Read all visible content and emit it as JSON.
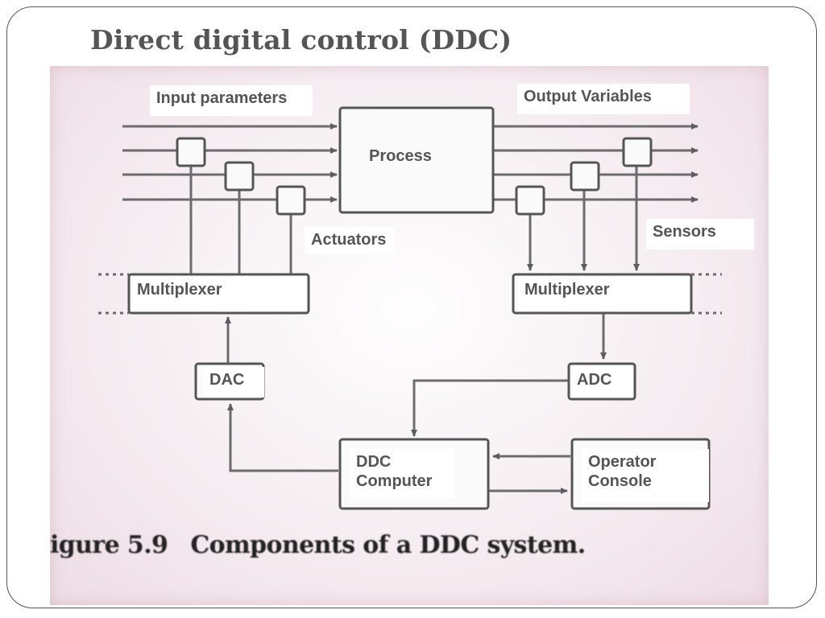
{
  "slide": {
    "title": "Direct digital control (DDC)"
  },
  "diagram": {
    "labels": {
      "input_parameters": "Input parameters",
      "output_variables": "Output Variables",
      "process": "Process",
      "actuators": "Actuators",
      "sensors": "Sensors",
      "multiplexer_left": "Multiplexer",
      "multiplexer_right": "Multiplexer",
      "dac": "DAC",
      "adc": "ADC",
      "ddc_computer_line1": "DDC",
      "ddc_computer_line2": "Computer",
      "operator_console_line1": "Operator",
      "operator_console_line2": "Console"
    },
    "caption": {
      "prefix": "igure 5.9",
      "text": "Components of a DDC system."
    }
  }
}
